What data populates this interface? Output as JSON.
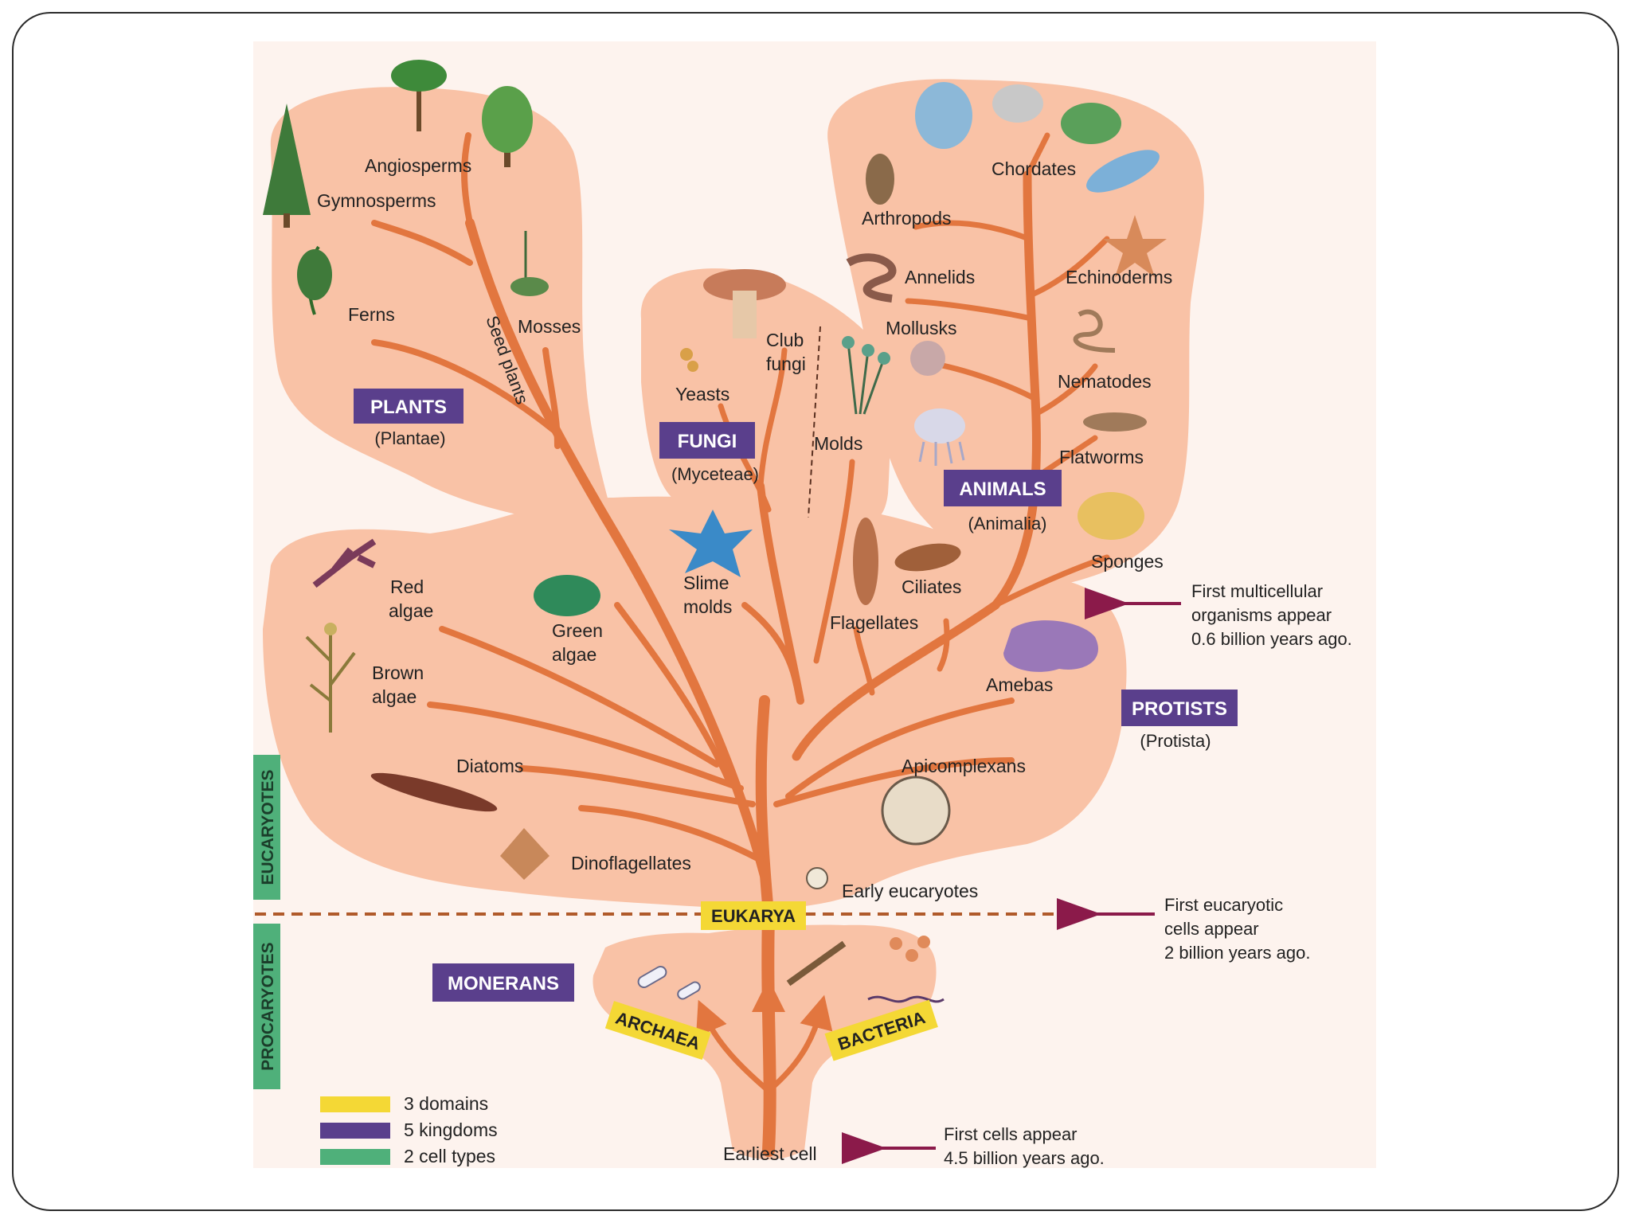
{
  "kingdoms": {
    "plants": {
      "name": "PLANTS",
      "latin": "(Plantae)"
    },
    "fungi": {
      "name": "FUNGI",
      "latin": "(Myceteae)"
    },
    "animals": {
      "name": "ANIMALS",
      "latin": "(Animalia)"
    },
    "protists": {
      "name": "PROTISTS",
      "latin": "(Protista)"
    },
    "monerans": {
      "name": "MONERANS"
    }
  },
  "domains": {
    "eukarya": "EUKARYA",
    "archaea": "ARCHAEA",
    "bacteria": "BACTERIA"
  },
  "cell_types": {
    "eucaryotes": "EUCARYOTES",
    "procaryotes": "PROCARYOTES"
  },
  "groups": {
    "angiosperms": "Angiosperms",
    "gymnosperms": "Gymnosperms",
    "ferns": "Ferns",
    "mosses": "Mosses",
    "seed_plants": "Seed plants",
    "club_fungi_1": "Club",
    "club_fungi_2": "fungi",
    "yeasts": "Yeasts",
    "molds": "Molds",
    "chordates": "Chordates",
    "arthropods": "Arthropods",
    "annelids": "Annelids",
    "echinoderms": "Echinoderms",
    "mollusks": "Mollusks",
    "nematodes": "Nematodes",
    "flatworms": "Flatworms",
    "sponges": "Sponges",
    "red_algae_1": "Red",
    "red_algae_2": "algae",
    "green_algae_1": "Green",
    "green_algae_2": "algae",
    "slime_molds_1": "Slime",
    "slime_molds_2": "molds",
    "brown_algae_1": "Brown",
    "brown_algae_2": "algae",
    "ciliates": "Ciliates",
    "flagellates": "Flagellates",
    "amebas": "Amebas",
    "diatoms": "Diatoms",
    "apicomplexans": "Apicomplexans",
    "dinoflagellates": "Dinoflagellates",
    "early_eucaryotes": "Early eucaryotes",
    "earliest_cell": "Earliest cell"
  },
  "timeline": {
    "multicellular": [
      "First multicellular",
      "organisms appear",
      "0.6 billion years ago."
    ],
    "eucaryotic": [
      "First eucaryotic",
      "cells appear",
      "2 billion years ago."
    ],
    "first_cells": [
      "First  cells appear",
      "4.5 billion years ago."
    ]
  },
  "legend": {
    "domains": "3 domains",
    "kingdoms": "5 kingdoms",
    "cell_types": "2 cell types"
  },
  "colors": {
    "background_blob": "#f9c2a6",
    "branch": "#e2763f",
    "kingdom_box": "#5a3f8c",
    "domain_box": "#f4d835",
    "cell_type_box": "#4fb07a",
    "arrow": "#8b1a4a",
    "divider": "#b05a2a"
  }
}
